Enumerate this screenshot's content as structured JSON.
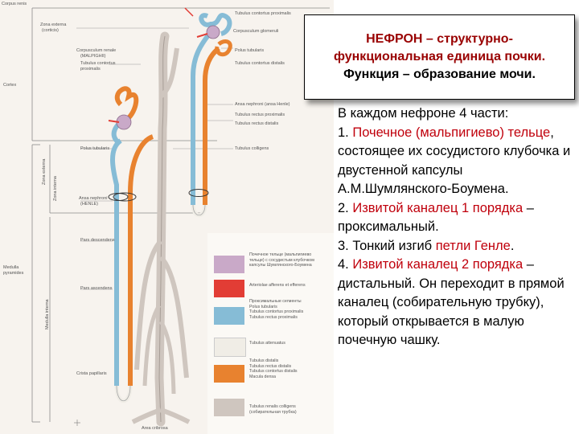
{
  "title": {
    "line1": "НЕФРОН – структурно-",
    "line2": "функциональная единица почки.",
    "line3": "Функция – образование мочи."
  },
  "text": {
    "intro": "В каждом нефроне 4 части:",
    "p1_num": "1. ",
    "p1_red": "Почечное (мальпигиево) тельце",
    "p1_rest": ", состоящее их сосудистого клубочка и двустенной капсулы А.М.Шумлянского-Боумена.",
    "p2_num": "2. ",
    "p2_red": "Извитой каналец 1 порядка",
    "p2_rest": " – проксимальный.",
    "p3_num": "3. Тонкий изгиб ",
    "p3_red": "петли Генле",
    "p3_rest": ".",
    "p4_num": "4. ",
    "p4_red": "Извитой каналец 2 порядка",
    "p4_rest": " – дистальный. Он переходит в прямой каналец (собирательную трубку), который открывается в малую почечную чашку."
  },
  "diagram_labels": {
    "left": {
      "corpus_renis": "Corpus renis",
      "zona_externa": "Zona externa",
      "corticis": "(corticis)",
      "corpusculum": "Corpusculum renale",
      "malpighi": "(MALPIGHII)",
      "tubulus_contortus": "Tubulus contortus",
      "proximalis": "proximalis",
      "cortex": "Cortex",
      "polus_tubularis": "Polus tubularis",
      "ansa_nephroni": "Ansa nephroni",
      "henle": "(HENLE)",
      "pars_descendens": "Pars descendens",
      "pars_ascendens": "Pars ascendens",
      "medulla": "Medulla",
      "pyramides": "pyramides",
      "crista_papillaris": "Crista papillaris",
      "v_zona_ext": "Zona externa",
      "v_zona_int": "Zona interna",
      "v_medulla_int": "Medulla interna"
    },
    "right": {
      "tub_contortus_prox": "Tubulus contortus proximalis",
      "corpus_glom": "Corpusculum glomeruli",
      "polus_tubularis": "Polus tubularis",
      "tub_contortus_dist": "Tubulus contortus distalis",
      "ansa_nephroni": "Ansa nephroni (ansa Henle)",
      "tub_rectus_prox": "Tubulus rectus proximalis",
      "tub_rectus_dist": "Tubulus rectus distalis",
      "tub_colligens": "Tubulus colligens",
      "area_cribrosa": "Area cribrosa"
    }
  },
  "legend": [
    {
      "color": "#c9a9c8",
      "lines": [
        "Почечное тельце (мальпигиево",
        "тельце) с сосудистым клубочком",
        "капсулы Шумлянского-Боумена"
      ]
    },
    {
      "color": "#e23d35",
      "lines": [
        "Arteriolae afferens et efferens"
      ]
    },
    {
      "color": "#86bcd6",
      "lines": [
        "Проксимальные сегменты",
        "Polus tubularis",
        "Tubulus contortus proximalis",
        "Tubulus rectus proximalis"
      ]
    },
    {
      "color": "#f0ede6",
      "lines": [
        "Tubulus attenuatus"
      ]
    },
    {
      "color": "#e8822f",
      "lines": [
        "Tubulus distalis",
        "Tubulus rectus distalis",
        "Tubulus contortus distalis",
        "Macula densa"
      ]
    },
    {
      "color": "#cfc6bf",
      "lines": [
        "Tubulus renalis colligens",
        "(собирательная трубка)"
      ]
    }
  ],
  "colors": {
    "blue": "#86bcd6",
    "orange": "#e8822f",
    "grey": "#cfc6bf",
    "glomerulus": "#c9a9c8",
    "red": "#c0000c"
  }
}
